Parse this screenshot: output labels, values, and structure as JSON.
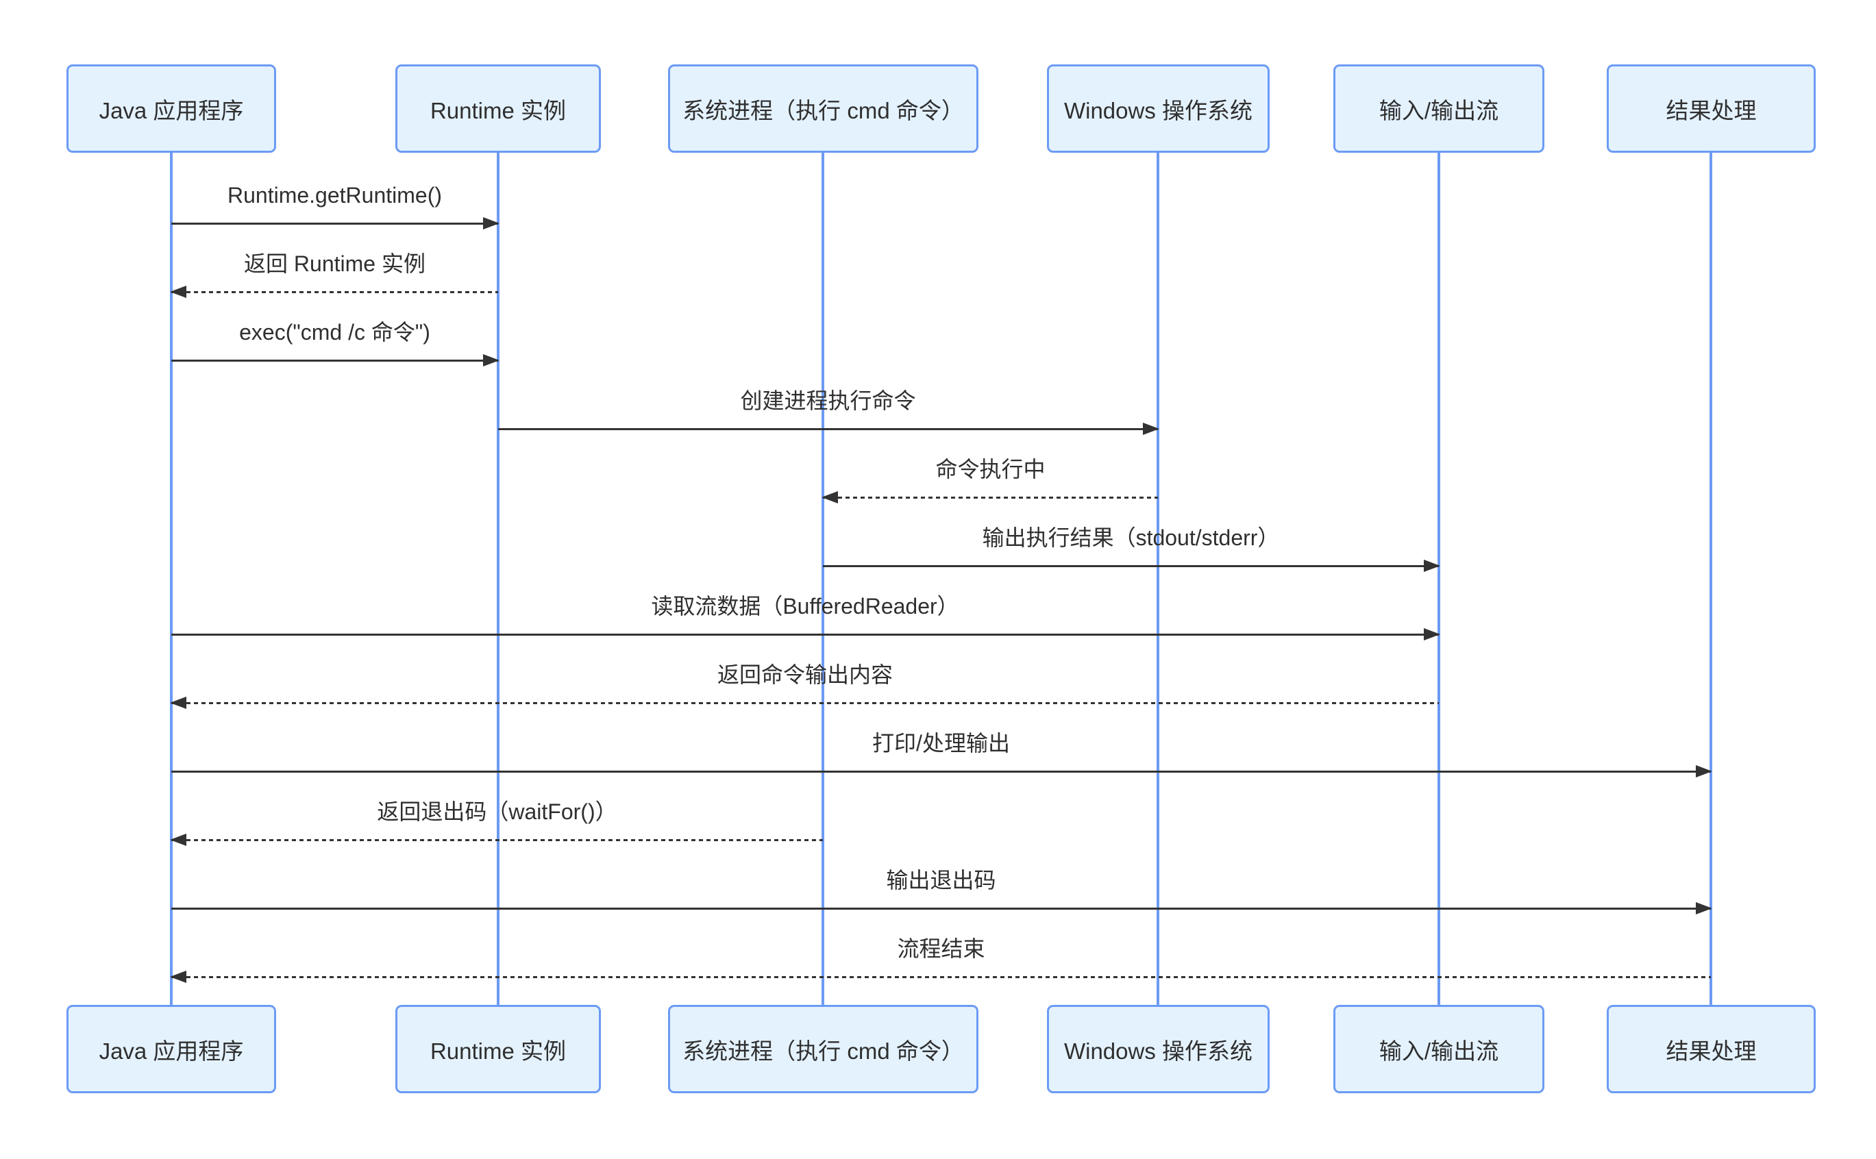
{
  "diagram": {
    "type": "sequence-diagram",
    "colors": {
      "background": "#FFFFFF",
      "actor_fill": "#E4F2FE",
      "actor_border": "#6C9BF5",
      "lifeline": "#6C9BF5",
      "arrow": "#333333",
      "text": "#2F2F2F"
    },
    "actors": [
      {
        "label": "Java 应用程序"
      },
      {
        "label": "Runtime 实例"
      },
      {
        "label": "系统进程（执行 cmd 命令）"
      },
      {
        "label": "Windows 操作系统"
      },
      {
        "label": "输入/输出流"
      },
      {
        "label": "结果处理"
      }
    ],
    "messages": [
      {
        "label": "Runtime.getRuntime()",
        "from": "Java 应用程序",
        "to": "Runtime 实例",
        "line": "solid",
        "direction": "right"
      },
      {
        "label": "返回 Runtime 实例",
        "from": "Runtime 实例",
        "to": "Java 应用程序",
        "line": "dashed",
        "direction": "left"
      },
      {
        "label": "exec(\"cmd /c 命令\")",
        "from": "Java 应用程序",
        "to": "Runtime 实例",
        "line": "solid",
        "direction": "right"
      },
      {
        "label": "创建进程执行命令",
        "from": "Runtime 实例",
        "to": "Windows 操作系统",
        "line": "solid",
        "direction": "right"
      },
      {
        "label": "命令执行中",
        "from": "Windows 操作系统",
        "to": "系统进程（执行 cmd 命令）",
        "line": "dashed",
        "direction": "left"
      },
      {
        "label": "输出执行结果（stdout/stderr）",
        "from": "系统进程（执行 cmd 命令）",
        "to": "输入/输出流",
        "line": "solid",
        "direction": "right"
      },
      {
        "label": "读取流数据（BufferedReader）",
        "from": "Java 应用程序",
        "to": "输入/输出流",
        "line": "solid",
        "direction": "right"
      },
      {
        "label": "返回命令输出内容",
        "from": "输入/输出流",
        "to": "Java 应用程序",
        "line": "dashed",
        "direction": "left"
      },
      {
        "label": "打印/处理输出",
        "from": "Java 应用程序",
        "to": "结果处理",
        "line": "solid",
        "direction": "right"
      },
      {
        "label": "返回退出码（waitFor()）",
        "from": "系统进程（执行 cmd 命令）",
        "to": "Java 应用程序",
        "line": "dashed",
        "direction": "left"
      },
      {
        "label": "输出退出码",
        "from": "Java 应用程序",
        "to": "结果处理",
        "line": "solid",
        "direction": "right"
      },
      {
        "label": "流程结束",
        "from": "结果处理",
        "to": "Java 应用程序",
        "line": "dashed",
        "direction": "left"
      }
    ]
  }
}
